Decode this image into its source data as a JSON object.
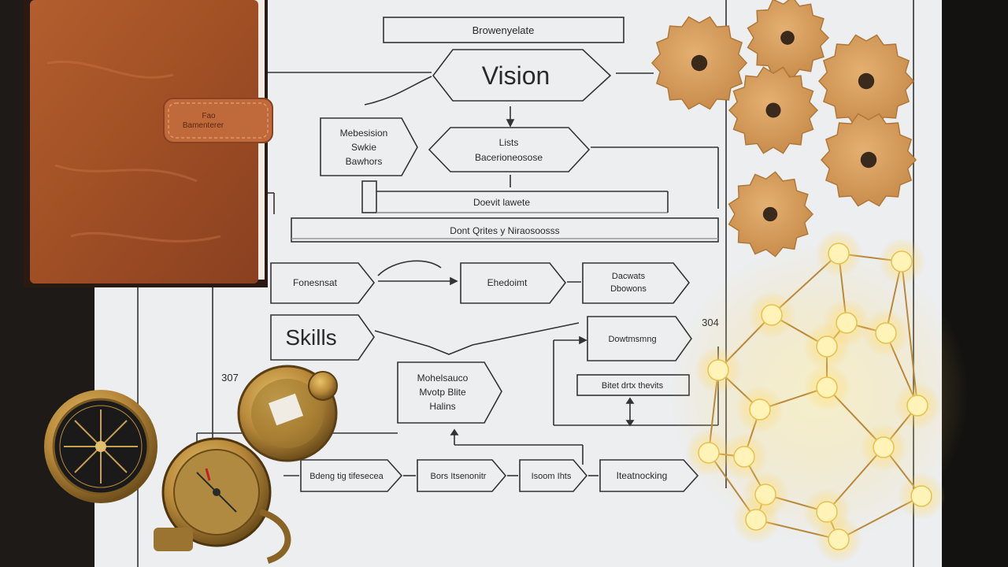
{
  "diagram": {
    "header": "Browenyelate",
    "vision": "Vision",
    "left_box": [
      "Mebesision",
      "Swkie",
      "Bawhors"
    ],
    "center_hex": [
      "Lists",
      "Bacerioneosose"
    ],
    "bar1": "Doevit lawete",
    "bar2": "Dont Qrites y Niraosoosss",
    "row1": [
      "Fonesnsat",
      "Ehedoimt",
      "Dacwats",
      "Dbowons"
    ],
    "skills": "Skills",
    "right_mid": "Dowtmsmng",
    "small_bar": "Bitet drtx thevits",
    "center_box": [
      "Mohelsauco",
      "Mvotp Blite",
      "Halins"
    ],
    "bottom": [
      "Bdeng tig tifesecea",
      "Bors Itsenonitr",
      "Isoom Ihts",
      "Iteatnocking"
    ],
    "num_left": "307",
    "num_right": "304"
  },
  "notebook": {
    "tag": [
      "Fao",
      "Bamenterer"
    ]
  },
  "colors": {
    "leather": "#a6542a",
    "paper": "#eceef0",
    "ink": "#2a2a2a",
    "cookie": "#d9a05f",
    "brass": "#b8893a",
    "glow": "#ffe27a"
  }
}
